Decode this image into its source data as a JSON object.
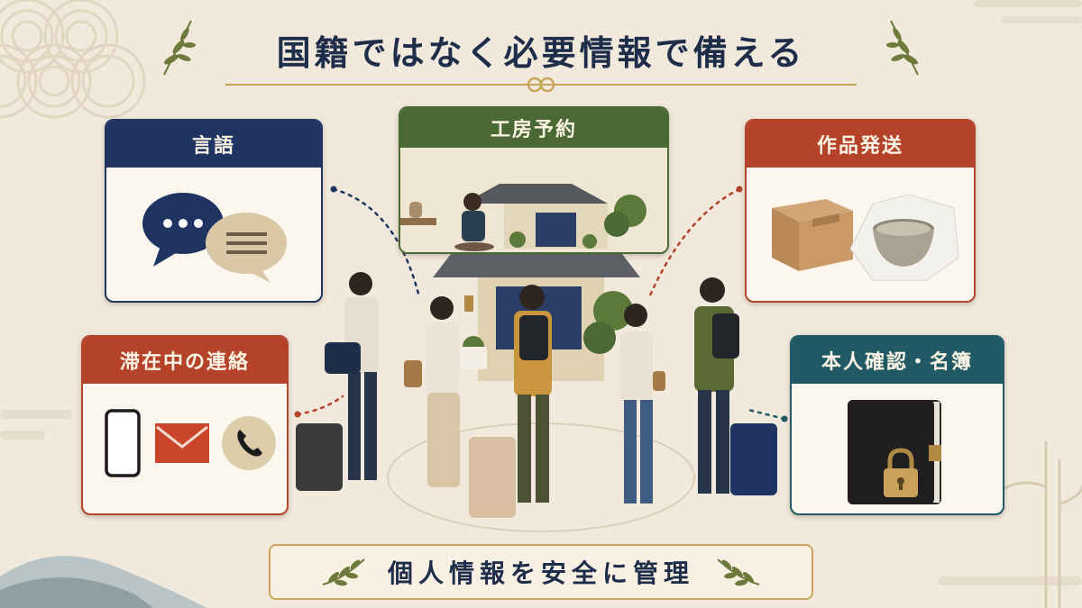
{
  "title": "国籍ではなく必要情報で備える",
  "cards": {
    "language": {
      "label": "言語",
      "color": "#1f3461"
    },
    "workshop": {
      "label": "工房予約",
      "color": "#4b6934"
    },
    "shipping": {
      "label": "作品発送",
      "color": "#b5432a"
    },
    "contact": {
      "label": "滞在中の連絡",
      "color": "#b5432a"
    },
    "identity": {
      "label": "本人確認・名簿",
      "color": "#215a64"
    }
  },
  "banner": {
    "label": "個人情報を安全に管理"
  },
  "icons": [
    "chat-bubble-icon",
    "text-bubble-icon",
    "smartphone-icon",
    "envelope-icon",
    "phone-icon",
    "cardboard-box-icon",
    "tea-bowl-icon",
    "ledger-book-icon",
    "padlock-icon",
    "laurel-sprig-icon"
  ]
}
